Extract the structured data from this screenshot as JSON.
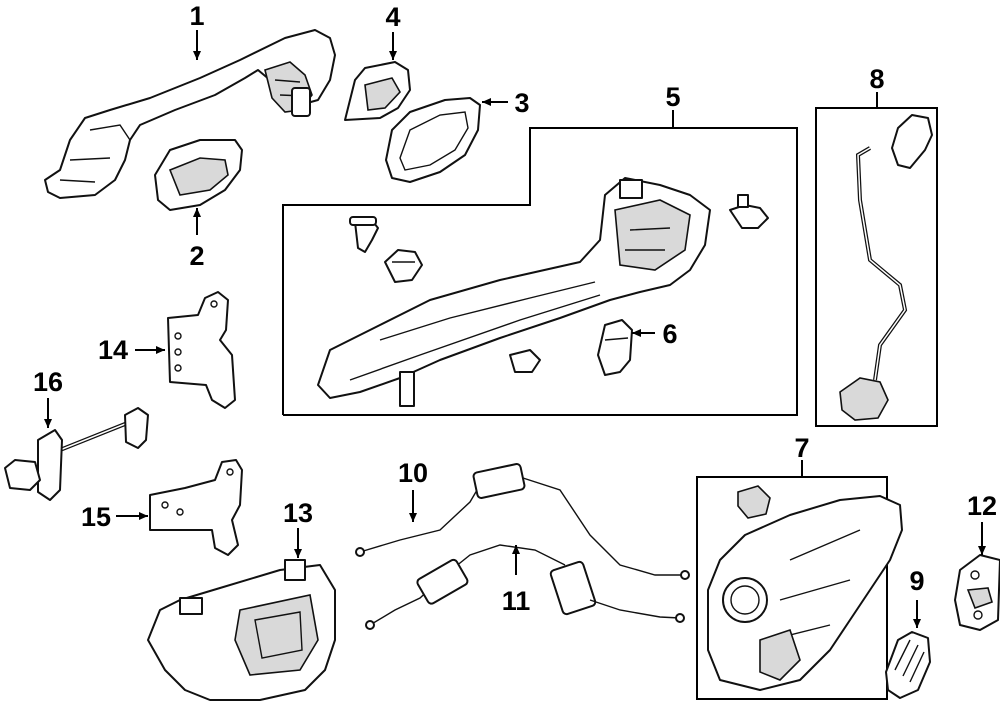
{
  "diagram": {
    "callouts": [
      {
        "id": "1",
        "label": "1"
      },
      {
        "id": "2",
        "label": "2"
      },
      {
        "id": "3",
        "label": "3"
      },
      {
        "id": "4",
        "label": "4"
      },
      {
        "id": "5",
        "label": "5"
      },
      {
        "id": "6",
        "label": "6"
      },
      {
        "id": "7",
        "label": "7"
      },
      {
        "id": "8",
        "label": "8"
      },
      {
        "id": "9",
        "label": "9"
      },
      {
        "id": "10",
        "label": "10"
      },
      {
        "id": "11",
        "label": "11"
      },
      {
        "id": "12",
        "label": "12"
      },
      {
        "id": "13",
        "label": "13"
      },
      {
        "id": "14",
        "label": "14"
      },
      {
        "id": "15",
        "label": "15"
      },
      {
        "id": "16",
        "label": "16"
      }
    ],
    "line_color": "#000000",
    "background": "#ffffff"
  }
}
